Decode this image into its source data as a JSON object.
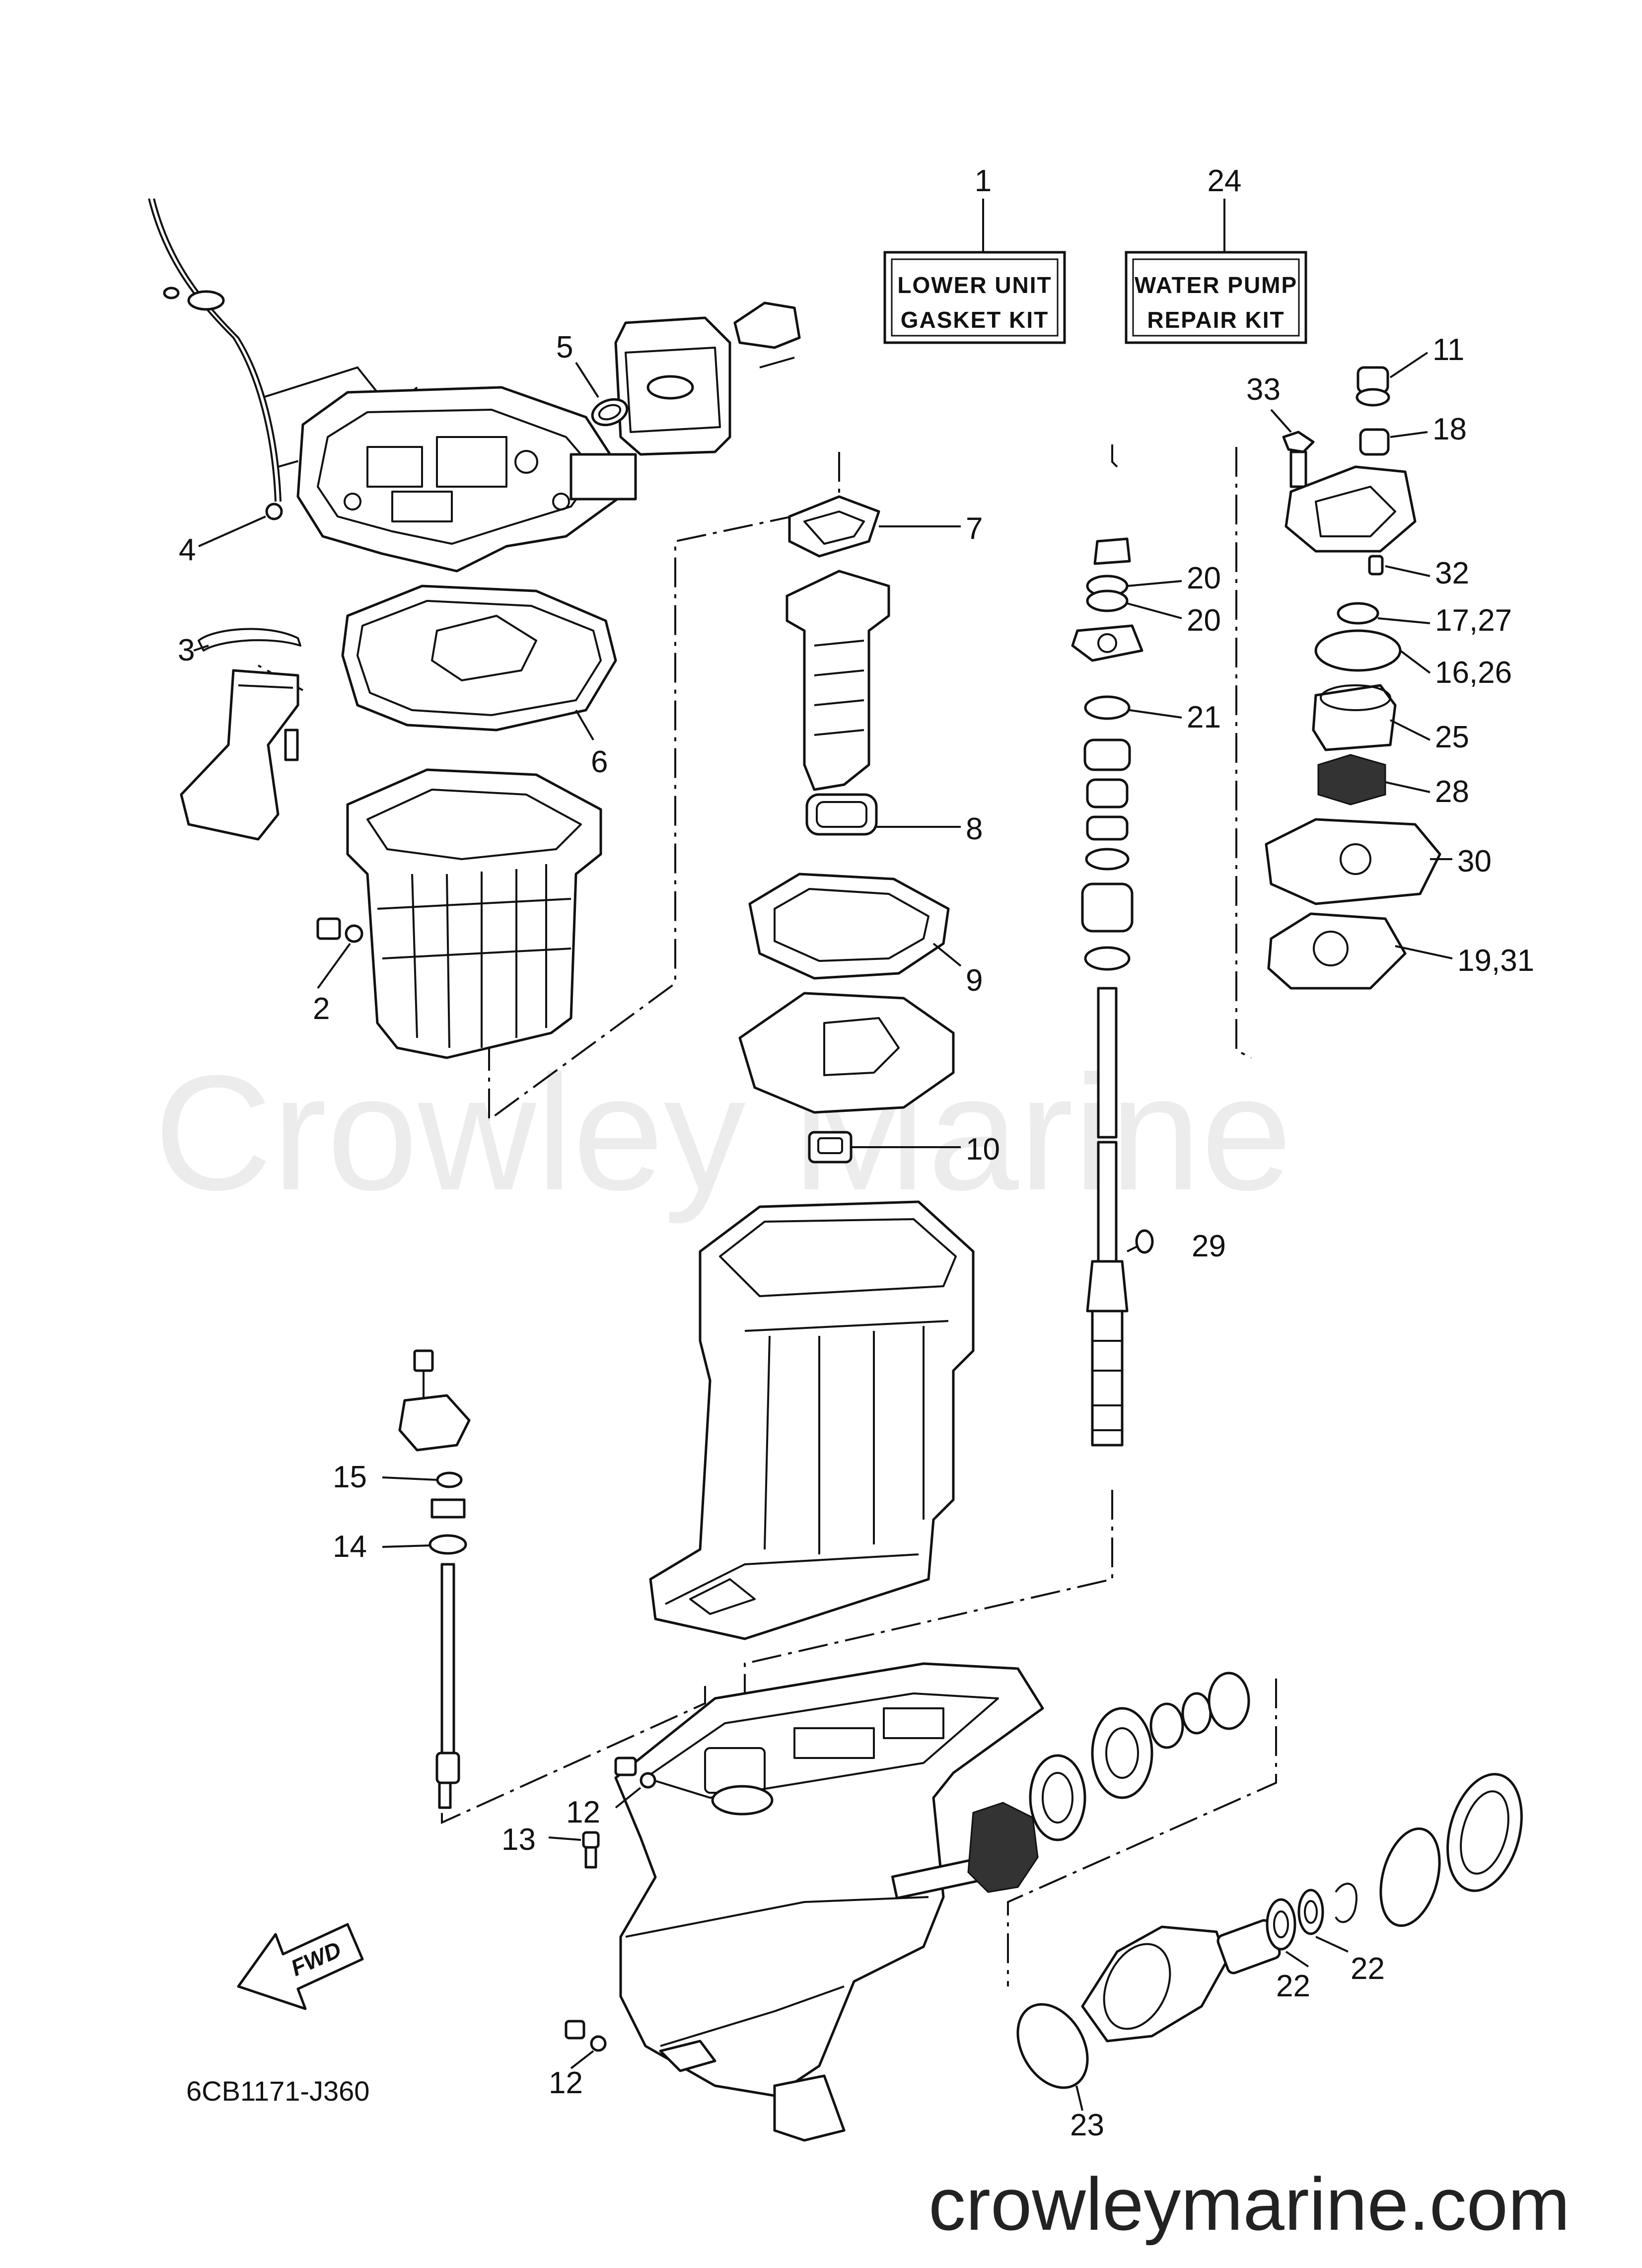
{
  "watermark": "Crowley Marine",
  "website": "crowleymarine.com",
  "diagram_code": "6CB1171-J360",
  "fwd_marker": "FWD",
  "kits": [
    {
      "ref": "1",
      "line1": "LOWER UNIT",
      "line2": "GASKET KIT"
    },
    {
      "ref": "24",
      "line1": "WATER PUMP",
      "line2": "REPAIR KIT"
    }
  ],
  "callouts": [
    "2",
    "3",
    "4",
    "5",
    "6",
    "7",
    "8",
    "9",
    "10",
    "11",
    "12",
    "12",
    "13",
    "14",
    "15",
    "16,26",
    "17,27",
    "18",
    "19,31",
    "20",
    "20",
    "21",
    "22",
    "22",
    "23",
    "25",
    "28",
    "29",
    "30",
    "32",
    "33"
  ]
}
